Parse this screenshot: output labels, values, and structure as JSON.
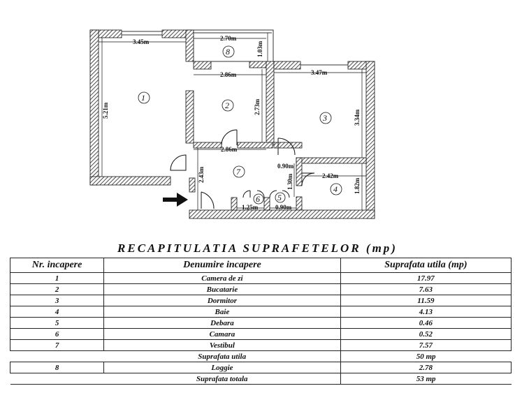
{
  "plan": {
    "dims": {
      "d1": "3.45m",
      "d2": "2.70m",
      "d3": "1.03m",
      "d4": "2.86m",
      "d5": "3.47m",
      "d6": "5.21m",
      "d7": "2.73m",
      "d8": "3.34m",
      "d9": "2.86m",
      "d10": "0.90m",
      "d11": "2.42m",
      "d12": "2.43m",
      "d13": "1.30m",
      "d14": "1.82m",
      "d15": "1.25m",
      "d16": "0.90m"
    },
    "rooms": {
      "r1": "1",
      "r2": "2",
      "r3": "3",
      "r4": "4",
      "r5": "5",
      "r6": "6",
      "r7": "7",
      "r8": "8"
    }
  },
  "summary": {
    "title": "RECAPITULATIA SUPRAFETELOR (mp)",
    "headers": [
      "Nr. incapere",
      "Denumire incapere",
      "Suprafata utila (mp)"
    ],
    "rows": [
      {
        "nr": "1",
        "name": "Camera de zi",
        "area": "17.97"
      },
      {
        "nr": "2",
        "name": "Bucatarie",
        "area": "7.63"
      },
      {
        "nr": "3",
        "name": "Dormitor",
        "area": "11.59"
      },
      {
        "nr": "4",
        "name": "Baie",
        "area": "4.13"
      },
      {
        "nr": "5",
        "name": "Debara",
        "area": "0.46"
      },
      {
        "nr": "6",
        "name": "Camara",
        "area": "0.52"
      },
      {
        "nr": "7",
        "name": "Vestibul",
        "area": "7.57"
      }
    ],
    "utila_label": "Suprafata utila",
    "utila_value": "50 mp",
    "loggia": {
      "nr": "8",
      "name": "Loggie",
      "area": "2.78"
    },
    "total_label": "Suprafata totala",
    "total_value": "53 mp"
  }
}
